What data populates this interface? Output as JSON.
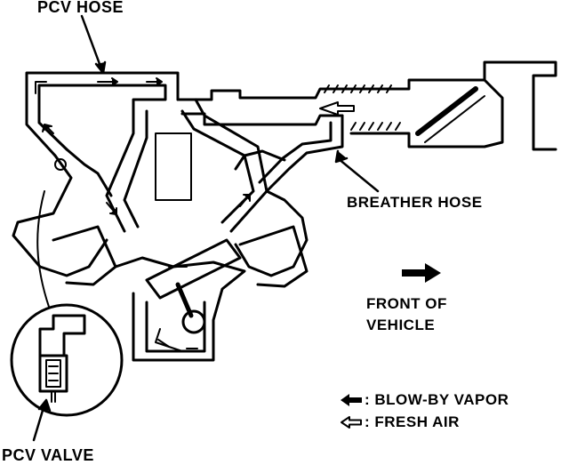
{
  "labels": {
    "pcv_hose": "PCV HOSE",
    "breather_hose": "BREATHER HOSE",
    "front_of_vehicle_line1": "FRONT OF",
    "front_of_vehicle_line2": "VEHICLE",
    "pcv_valve": "PCV VALVE"
  },
  "legend": {
    "blow_by": ": BLOW-BY VAPOR",
    "fresh_air": ": FRESH AIR"
  },
  "colors": {
    "ink": "#000000",
    "paper": "#ffffff"
  }
}
